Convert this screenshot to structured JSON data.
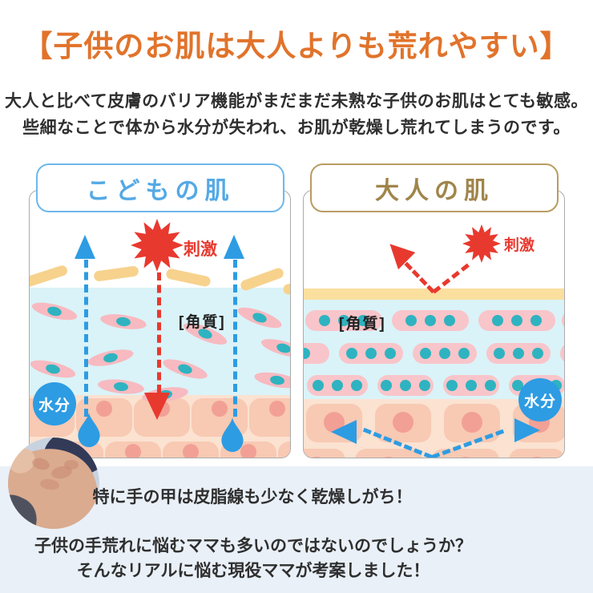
{
  "title": "【子供のお肌は大人よりも荒れやすい】",
  "intro": {
    "line1": "大人と比べて皮膚のバリア機能がまだまだ未熟な子供のお肌はとても敏感。",
    "line2": "些細なことで体から水分が失われ、お肌が乾燥し荒れてしまうのです。"
  },
  "panels": {
    "child": {
      "header": "こどもの肌",
      "stimulus_label": "刺激",
      "keratin_label": "[角質]",
      "moisture_label": "水分"
    },
    "adult": {
      "header": "大人の肌",
      "stimulus_label": "刺激",
      "keratin_label": "[角質]",
      "moisture_label": "水分"
    }
  },
  "footer": {
    "caption": "特に手の甲は皮脂線も少なく乾燥しがち！",
    "line1": "子供の手荒れに悩むママも多いのではないのでしょうか？",
    "line2": "そんなリアルに悩む現役ママが考案しました！"
  },
  "colors": {
    "title_orange": "#E1732B",
    "body_text": "#2F2F2F",
    "child_blue": "#54A9E5",
    "child_blue_border": "#6FB8EB",
    "adult_tan": "#A0854B",
    "adult_tan_border": "#B99C63",
    "panel_border": "#ABABAB",
    "alert_red": "#E8392F",
    "water_blue": "#2D9CE3",
    "surface_blue": "#DAF3F8",
    "barrier_yellow": "#F7D28D",
    "barrier_yellow_light": "#FADF9F",
    "cell_pink": "#F7BAC0",
    "capsule_pink": "#F8C5CA",
    "nucleus_teal": "#2FB3C0",
    "dermis_bg": "#FBE2D1",
    "dermis_cell": "#F8C9B3",
    "dermis_nucleus": "#F2A095",
    "footer_bg": "#E9F0F8"
  }
}
